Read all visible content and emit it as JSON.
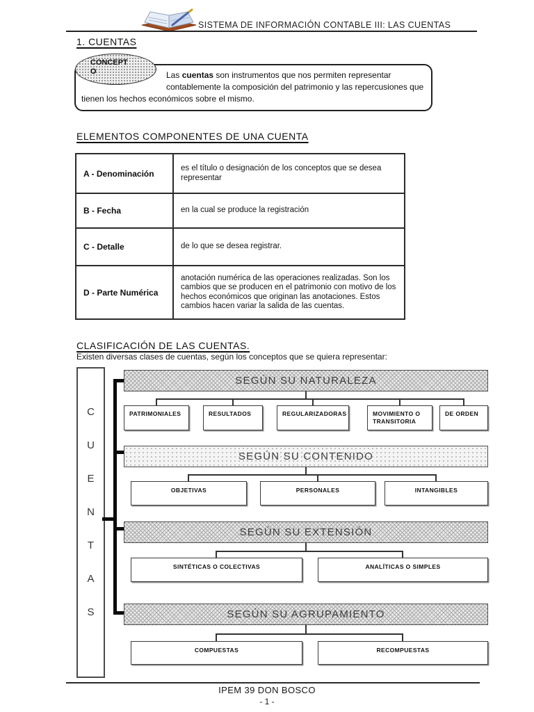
{
  "header": {
    "title": "SISTEMA DE INFORMACIÓN CONTABLE III: LAS CUENTAS",
    "book_icon": "open-book-icon"
  },
  "section_cuentas": {
    "heading": "1. CUENTAS"
  },
  "concept": {
    "bubble_line1": "CONCEPT",
    "bubble_line2": "O",
    "lead": "Las ",
    "bold": "cuentas",
    "rest": " son instrumentos que nos permiten representar contablemente la composición del patrimonio y las repercusiones que tienen los hechos económicos sobre el mismo."
  },
  "elements": {
    "heading": "ELEMENTOS COMPONENTES DE UNA CUENTA",
    "table": {
      "rows": [
        {
          "label": "A - Denominación",
          "description": "es el título o designación de los conceptos que se desea representar"
        },
        {
          "label": "B - Fecha",
          "description": "en la cual se produce la registración"
        },
        {
          "label": "C - Detalle",
          "description": "de lo que se desea registrar."
        },
        {
          "label": "D - Parte Numérica",
          "description": "anotación numérica de las operaciones realizadas. Son los cambios que se producen en el patrimonio con motivo de los hechos económicos que originan las anotaciones. Estos cambios hacen variar la salida de las cuentas."
        }
      ]
    }
  },
  "classification": {
    "heading": "CLASIFICACIÓN DE LAS CUENTAS.",
    "intro": "Existen diversas clases de cuentas, según los conceptos que se quiera representar:",
    "root": [
      "C",
      "U",
      "E",
      "N",
      "T",
      "A",
      "S"
    ],
    "groups": [
      {
        "header": "SEGÚN SU NATURALEZA",
        "items": [
          "PATRIMONIALES",
          "RESULTADOS",
          "REGULARIZADORAS",
          "MOVIMIENTO O TRANSITORIA",
          "DE ORDEN"
        ]
      },
      {
        "header": "SEGÚN SU CONTENIDO",
        "items": [
          "OBJETIVAS",
          "PERSONALES",
          "INTANGIBLES"
        ]
      },
      {
        "header": "SEGÚN SU EXTENSIÓN",
        "items": [
          "SINTÉTICAS O COLECTIVAS",
          "ANALÍTICAS O SIMPLES"
        ]
      },
      {
        "header": "SEGÚN SU AGRUPAMIENTO",
        "items": [
          "COMPUESTAS",
          "RECOMPUESTAS"
        ]
      }
    ]
  },
  "footer": {
    "institution": "IPEM 39 DON BOSCO",
    "page_number": "- 1 -"
  },
  "colors": {
    "ink": "#1a1a1a",
    "pattern_gray": "#aaaaaa",
    "book_cover": "#a04a1e",
    "book_page": "#dce6f4"
  }
}
